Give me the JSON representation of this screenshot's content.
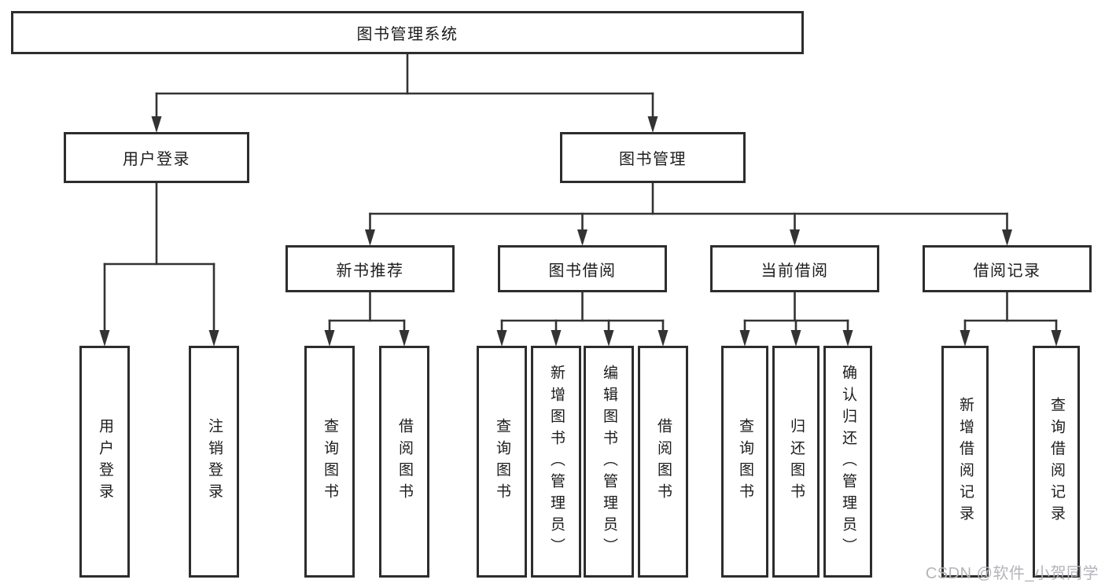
{
  "diagram": {
    "type": "tree",
    "title": "图书管理系统",
    "nodes": [
      {
        "id": "library-system",
        "label": "图书管理系统",
        "parent": null
      },
      {
        "id": "user-login",
        "label": "用户登录",
        "parent": "library-system"
      },
      {
        "id": "book-management",
        "label": "图书管理",
        "parent": "library-system"
      },
      {
        "id": "login",
        "label": "用户登录",
        "parent": "user-login"
      },
      {
        "id": "logout",
        "label": "注销登录",
        "parent": "user-login"
      },
      {
        "id": "new-book-recommend",
        "label": "新书推荐",
        "parent": "book-management"
      },
      {
        "id": "book-borrowing",
        "label": "图书借阅",
        "parent": "book-management"
      },
      {
        "id": "current-borrowing",
        "label": "当前借阅",
        "parent": "book-management"
      },
      {
        "id": "borrowing-records",
        "label": "借阅记录",
        "parent": "book-management"
      },
      {
        "id": "nbr-query-book",
        "label": "查询图书",
        "parent": "new-book-recommend"
      },
      {
        "id": "nbr-borrow-book",
        "label": "借阅图书",
        "parent": "new-book-recommend"
      },
      {
        "id": "bb-query-book",
        "label": "查询图书",
        "parent": "book-borrowing"
      },
      {
        "id": "bb-add-book",
        "label": "新增图书（管理员）",
        "parent": "book-borrowing"
      },
      {
        "id": "bb-edit-book",
        "label": "编辑图书（管理员）",
        "parent": "book-borrowing"
      },
      {
        "id": "bb-borrow-book",
        "label": "借阅图书",
        "parent": "book-borrowing"
      },
      {
        "id": "cb-query-book",
        "label": "查询图书",
        "parent": "current-borrowing"
      },
      {
        "id": "cb-return-book",
        "label": "归还图书",
        "parent": "current-borrowing"
      },
      {
        "id": "cb-confirm-return",
        "label": "确认归还（管理员）",
        "parent": "current-borrowing"
      },
      {
        "id": "br-add-record",
        "label": "新增借阅记录",
        "parent": "borrowing-records"
      },
      {
        "id": "br-query-record",
        "label": "查询借阅记录",
        "parent": "borrowing-records"
      }
    ]
  },
  "watermark": {
    "text": "CSDN @软件_小贺同学",
    "color": "#b4b4ba"
  },
  "colors": {
    "background": "#ffffff",
    "line": "#333333",
    "box_border": "#2d2d2d",
    "box_fill": "#ffffff",
    "text": "#1c1c1c"
  }
}
